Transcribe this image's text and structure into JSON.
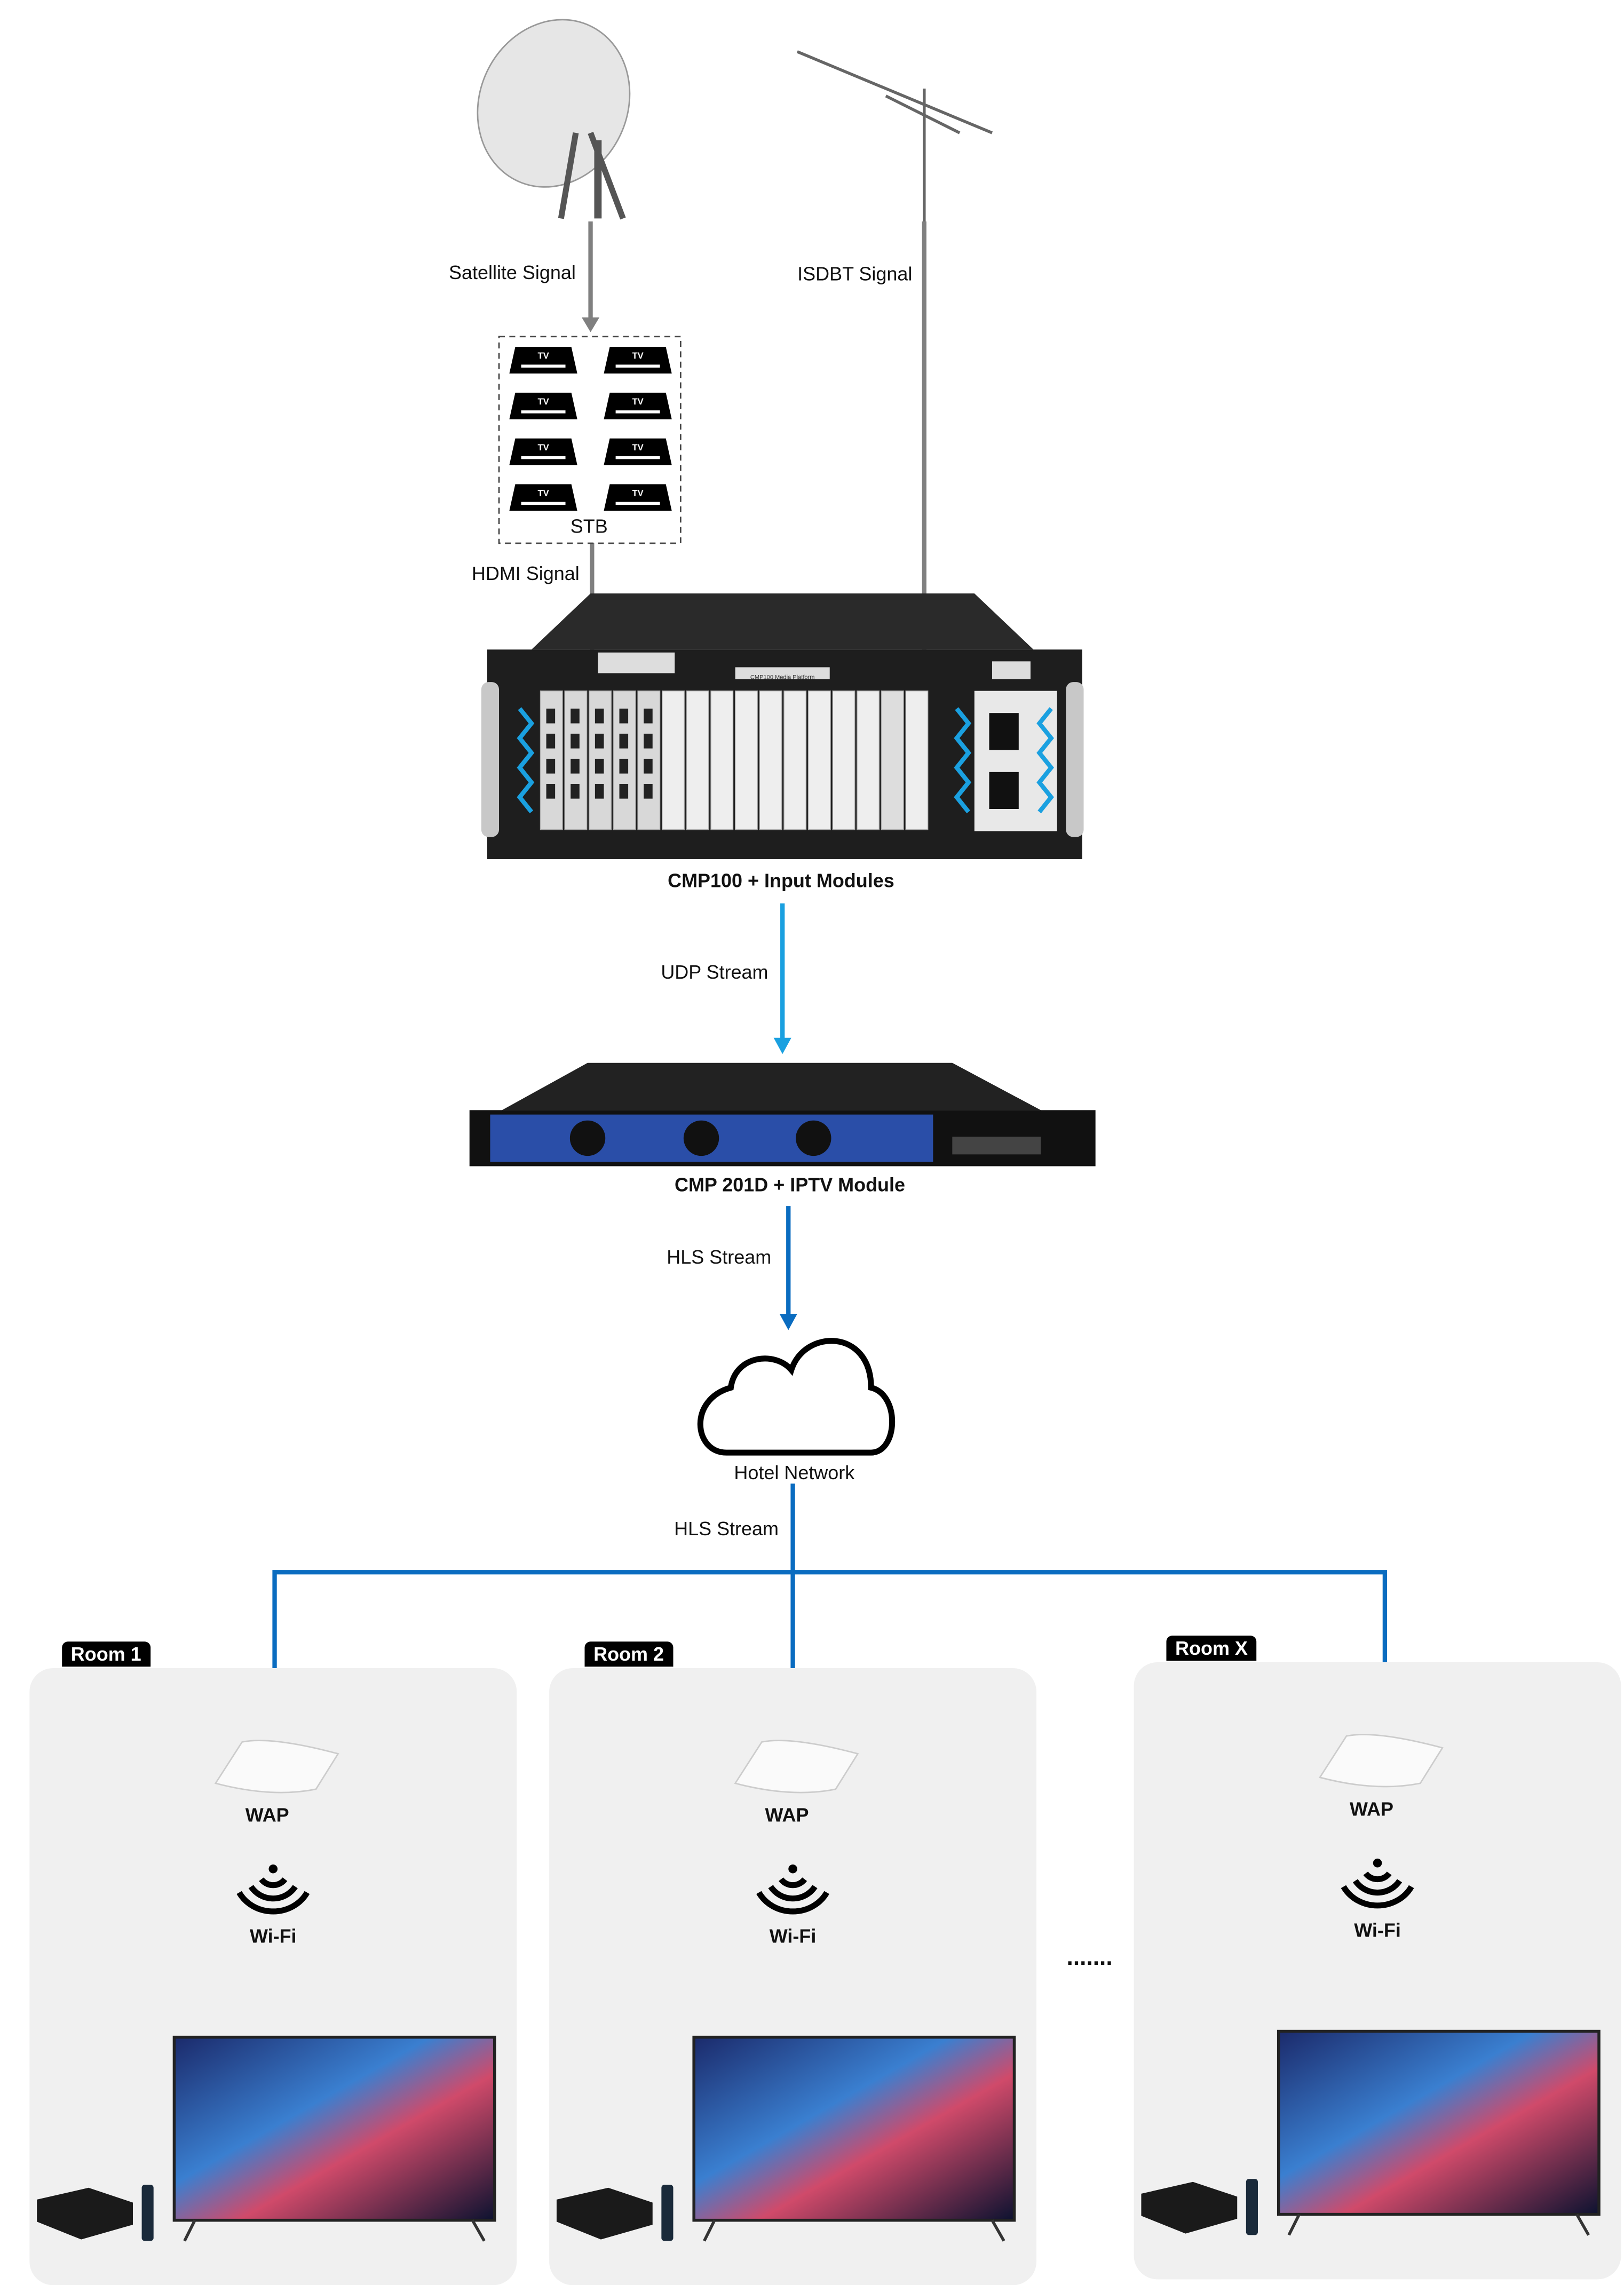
{
  "signals": {
    "satellite": "Satellite Signal",
    "isdbt": "ISDBT Signal",
    "hdmi": "HDMI Signal"
  },
  "stb": {
    "label": "STB",
    "device_text": "TV"
  },
  "cmp100": {
    "label": "CMP100 + Input Modules",
    "panel_text": "CMP100 Media Platform"
  },
  "udp": "UDP Stream",
  "cmp201": {
    "label": "CMP 201D + IPTV Module"
  },
  "hls1": "HLS Stream",
  "network": "Hotel Network",
  "hls2": "HLS Stream",
  "rooms": [
    {
      "tag": "Room 1",
      "wap": "WAP",
      "wifi": "Wi-Fi"
    },
    {
      "tag": "Room 2",
      "wap": "WAP",
      "wifi": "Wi-Fi"
    },
    {
      "tag": "Room X",
      "wap": "WAP",
      "wifi": "Wi-Fi"
    }
  ],
  "ellipsis": ".......",
  "colors": {
    "gray_arrow": "#808080",
    "light_blue_arrow": "#1aa0e0",
    "blue_arrow": "#0a6cc0",
    "room_bg": "#f0f0f0"
  }
}
